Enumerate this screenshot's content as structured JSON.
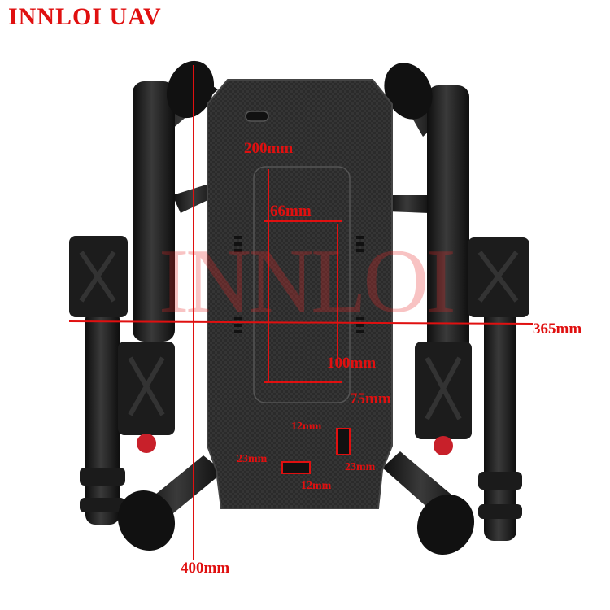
{
  "brand": {
    "title": "INNLOI UAV",
    "color": "#e01010"
  },
  "watermark": {
    "text": "INNLOI"
  },
  "dimensions": {
    "top_cutout_width": "200mm",
    "inner_width": "66mm",
    "inner_height": "100mm",
    "lower_offset": "75mm",
    "overall_width": "365mm",
    "overall_length": "400mm",
    "hole_top": "12mm",
    "hole_left": "23mm",
    "hole_right": "23mm",
    "hole_bottom": "12mm"
  },
  "colors": {
    "annotation": "#e01010",
    "carbon": "#2a2a2a",
    "tube": "#1a1a1a",
    "accent": "#c8202a"
  }
}
